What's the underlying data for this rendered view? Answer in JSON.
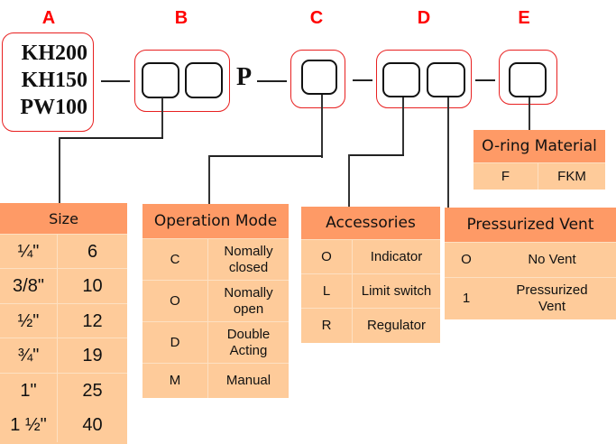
{
  "segments": [
    {
      "letter": "A",
      "models": [
        "KH200",
        "KH150",
        "PW100"
      ]
    },
    {
      "letter": "B"
    },
    {
      "letter": "C"
    },
    {
      "letter": "D"
    },
    {
      "letter": "E"
    }
  ],
  "separator_letter": "P",
  "tables": {
    "size": {
      "title": "Size",
      "rows": [
        [
          "¼\"",
          "6"
        ],
        [
          "3/8\"",
          "10"
        ],
        [
          "½\"",
          "12"
        ],
        [
          "¾\"",
          "19"
        ],
        [
          "1\"",
          "25"
        ],
        [
          "1 ½\"",
          "40"
        ]
      ]
    },
    "operation_mode": {
      "title": "Operation Mode",
      "rows": [
        [
          "C",
          "Nomally closed"
        ],
        [
          "O",
          "Nomally open"
        ],
        [
          "D",
          "Double Acting"
        ],
        [
          "M",
          "Manual"
        ]
      ]
    },
    "accessories": {
      "title": "Accessories",
      "rows": [
        [
          "O",
          "Indicator"
        ],
        [
          "L",
          "Limit switch"
        ],
        [
          "R",
          "Regulator"
        ]
      ]
    },
    "pressurized_vent": {
      "title": "Pressurized Vent",
      "rows": [
        [
          "O",
          "No Vent"
        ],
        [
          "1",
          "Pressurized Vent"
        ]
      ]
    },
    "oring_material": {
      "title": "O-ring Material",
      "rows": [
        [
          "F",
          "FKM"
        ]
      ]
    }
  },
  "colors": {
    "segment_letter": "#ff0000",
    "segment_border": "#e82020",
    "table_header": "#fe9a66",
    "table_body": "#fecb9a"
  }
}
